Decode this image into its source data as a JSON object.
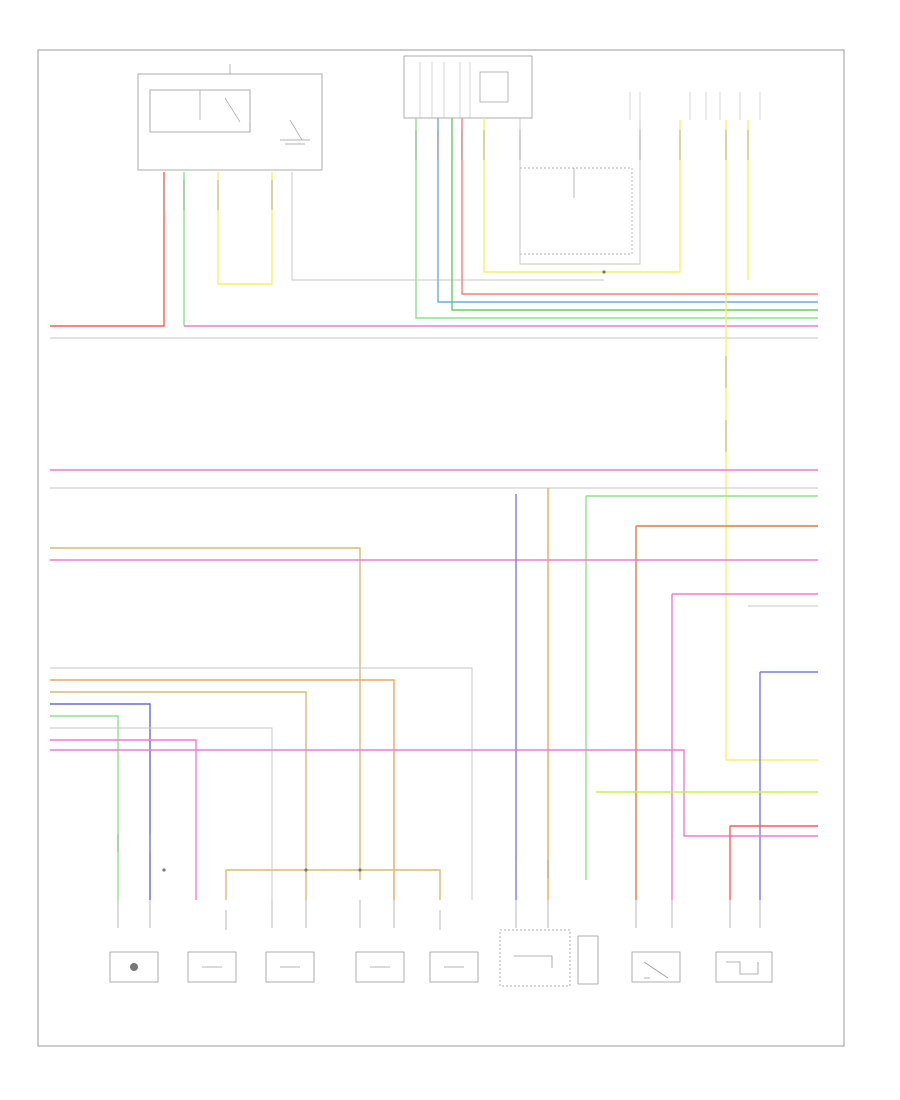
{
  "diagram": {
    "footer_code": "",
    "colors": {
      "red": "#ff5a5a",
      "pink": "#f07ad6",
      "magenta": "#ee66ee",
      "green": "#8fe08f",
      "lime": "#c8f048",
      "yellow": "#f2f266",
      "orange": "#e8a860",
      "tan": "#d8bc74",
      "blue": "#7a7ae8",
      "navy": "#6a6ad0",
      "lightblue": "#70a8e0",
      "gray": "#c4c4c4",
      "darkorange": "#e07a40"
    },
    "components": [
      {
        "id": "top-left-module",
        "label": ""
      },
      {
        "id": "top-center-module",
        "label": ""
      },
      {
        "id": "bottom-component-1",
        "label": ""
      },
      {
        "id": "bottom-component-2",
        "label": ""
      },
      {
        "id": "bottom-component-3",
        "label": ""
      },
      {
        "id": "bottom-component-4",
        "label": ""
      },
      {
        "id": "bottom-component-5",
        "label": ""
      },
      {
        "id": "bottom-component-6",
        "label": ""
      },
      {
        "id": "bottom-component-7",
        "label": ""
      },
      {
        "id": "bottom-component-8",
        "label": ""
      },
      {
        "id": "bottom-component-9",
        "label": ""
      }
    ]
  }
}
